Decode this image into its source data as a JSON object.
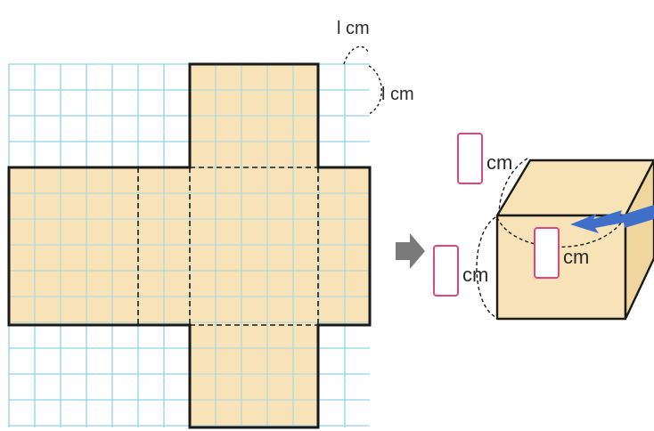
{
  "grid_labels": {
    "horizontal_unit": "l cm",
    "vertical_unit": "l cm"
  },
  "box_labels": {
    "top_edge_unit": "cm",
    "front_edge_unit": "cm",
    "side_edge_unit": "cm"
  },
  "colors": {
    "grid_line": "#8fd3ea",
    "net_fill": "#f8e3b8",
    "outline": "#1a1a1a",
    "answer_box_border": "#e0457b",
    "transition_arrow": "#7a7a7a",
    "pointer_arrow": "#3f6fc9",
    "box_top": "#f7e3b5",
    "box_front": "#f8e3b8",
    "box_side": "#f0d59c"
  },
  "icons": {
    "transition": "right-arrow-icon",
    "pointer": "left-arrow-icon"
  }
}
